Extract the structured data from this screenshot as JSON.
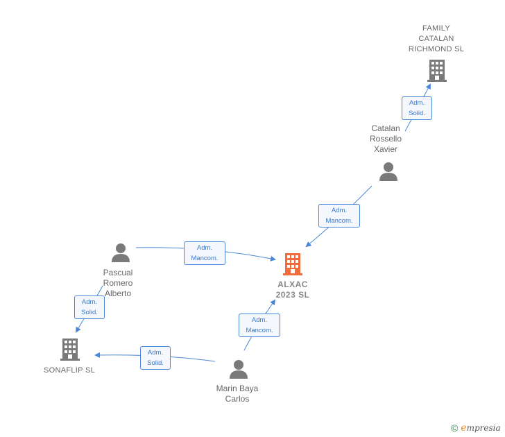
{
  "nodes": {
    "family_catalan": {
      "label": "FAMILY\nCATALAN\nRICHMOND  SL"
    },
    "catalan_rossello": {
      "label": "Catalan\nRossello\nXavier"
    },
    "alxac": {
      "label": "ALXAC\n2023  SL"
    },
    "pascual_romero": {
      "label": "Pascual\nRomero\nAlberto"
    },
    "sonaflip": {
      "label": "SONAFLIP  SL"
    },
    "marin_baya": {
      "label": "Marin Baya\nCarlos"
    }
  },
  "edges": {
    "catalan_to_family": {
      "line1": "Adm.",
      "line2": "Solid."
    },
    "catalan_to_alxac": {
      "line1": "Adm.",
      "line2": "Mancom."
    },
    "pascual_to_alxac": {
      "line1": "Adm.",
      "line2": "Mancom."
    },
    "marin_to_alxac": {
      "line1": "Adm.",
      "line2": "Mancom."
    },
    "pascual_to_sonaflip": {
      "line1": "Adm.",
      "line2": "Solid."
    },
    "marin_to_sonaflip": {
      "line1": "Adm.",
      "line2": "Solid."
    }
  },
  "colors": {
    "edge": "#4a86d6",
    "company": "#7a7a7a",
    "focus_company": "#f26b3a",
    "person": "#7a7a7a"
  },
  "footer": {
    "copyright": "©",
    "brand_initial": "e",
    "brand_rest": "mpresia"
  }
}
